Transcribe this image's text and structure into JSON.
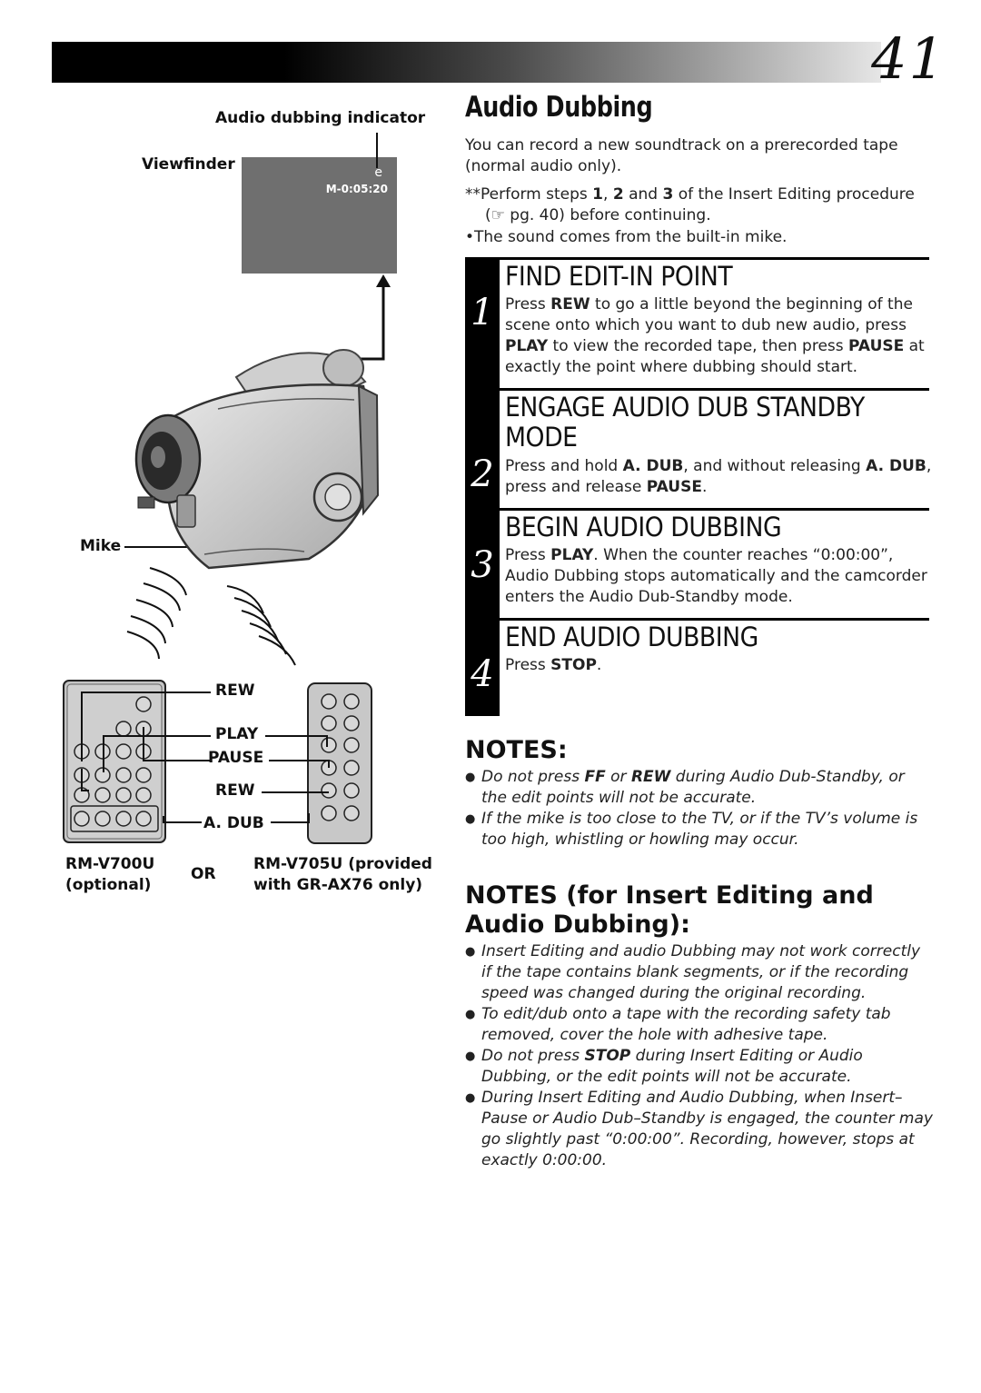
{
  "page": {
    "number": "41"
  },
  "diagram": {
    "audio_indicator_label": "Audio dubbing indicator",
    "viewfinder_label": "Viewfinder",
    "viewfinder_indicator": "e",
    "viewfinder_counter": "M-0:05:20",
    "mike_label": "Mike",
    "remote_left_labels": [
      "REW",
      "PLAY",
      "PAUSE",
      "REW",
      "A. DUB"
    ],
    "remote_left_model": "RM-V700U",
    "remote_left_note": "(optional)",
    "or_label": "OR",
    "remote_right_model": "RM-V705U (provided",
    "remote_right_note": "with GR-AX76 only)"
  },
  "main": {
    "title": "Audio Dubbing",
    "intro": "You can record a new soundtrack on a prerecorded tape (normal audio only).",
    "prereq_line1_a": "**Perform steps ",
    "prereq_n1": "1",
    "prereq_sep1": ", ",
    "prereq_n2": "2",
    "prereq_and": " and ",
    "prereq_n3": "3",
    "prereq_line1_b": " of the Insert Editing procedure",
    "prereq_line2": "(☞ pg. 40) before continuing.",
    "bullet_sound": "•The sound comes from the built-in mike."
  },
  "steps": [
    {
      "number": "1",
      "title": "FIND EDIT-IN POINT",
      "t1": "Press ",
      "k1": "REW",
      "t2": " to go a little beyond the beginning of the scene onto which you want to dub new audio, press ",
      "k2": "PLAY",
      "t3": " to view the recorded tape, then press ",
      "k3": "PAUSE",
      "t4": " at exactly the point where dubbing should start."
    },
    {
      "number": "2",
      "title_line1": "ENGAGE AUDIO DUB STANDBY",
      "title_line2": "MODE",
      "t1": "Press and hold ",
      "k1": "A. DUB",
      "t2": ", and without releasing ",
      "k2": "A. DUB",
      "t3": ", press and release ",
      "k3": "PAUSE",
      "t4": "."
    },
    {
      "number": "3",
      "title": "BEGIN AUDIO DUBBING",
      "t1": "Press ",
      "k1": "PLAY",
      "t2": ". When the counter reaches “0:00:00”, Audio Dubbing stops automatically and the camcorder enters the Audio Dub-Standby mode."
    },
    {
      "number": "4",
      "title": "END AUDIO DUBBING",
      "t1": "Press ",
      "k1": "STOP",
      "t2": "."
    }
  ],
  "notes": {
    "heading": "NOTES:",
    "n1_a": "Do not press ",
    "n1_k1": "FF",
    "n1_b": " or ",
    "n1_k2": "REW",
    "n1_c": " during Audio Dub-Standby, or the edit points will not be accurate.",
    "n2": "If the mike is too close to the TV, or if the TV’s volume is too high, whistling or howling may occur."
  },
  "notes_insert": {
    "heading_line1": "NOTES (for Insert Editing and",
    "heading_line2": "Audio Dubbing):",
    "n1": "Insert Editing and audio Dubbing may not work correctly if the tape contains blank segments, or if the recording speed was changed during the original recording.",
    "n2": "To edit/dub onto a tape with the recording safety tab removed, cover the hole with adhesive tape.",
    "n3_a": "Do not press ",
    "n3_k": "STOP",
    "n3_b": " during Insert Editing or Audio Dubbing, or the edit points will not be accurate.",
    "n4": "During Insert Editing and Audio Dubbing, when Insert–Pause or Audio Dub–Standby is engaged, the counter may go slightly past “0:00:00”. Recording, however, stops at exactly 0:00:00."
  }
}
